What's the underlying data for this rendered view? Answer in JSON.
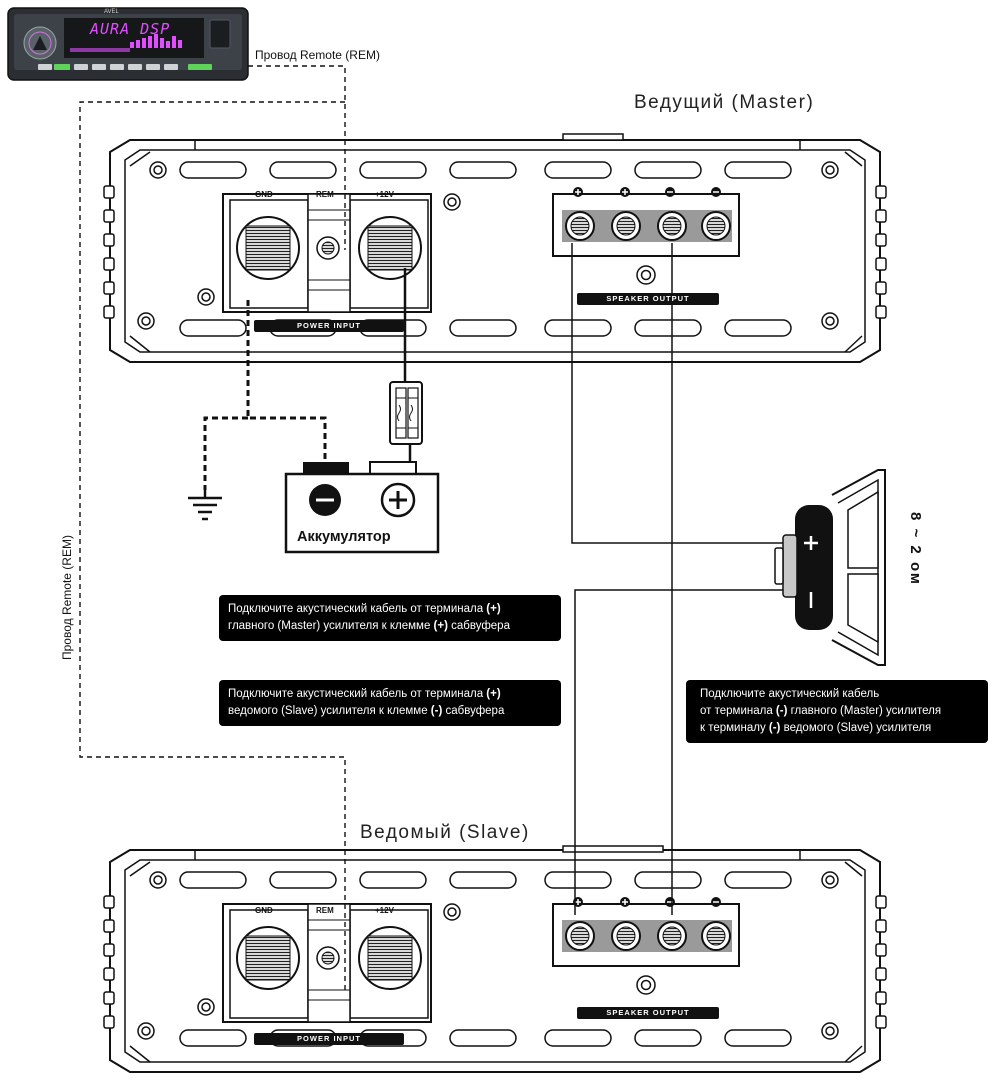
{
  "head_unit": {
    "brand": "AVEL",
    "screen_text": "AURA DSP"
  },
  "labels": {
    "remote_wire_top": "Провод Remote (REM)",
    "remote_wire_side": "Провод Remote (REM)",
    "master_title": "Ведущий (Master)",
    "slave_title": "Ведомый (Slave)",
    "battery": "Аккумулятор",
    "impedance": "8 ~ 2 ом"
  },
  "amplifier": {
    "terminals": {
      "gnd": "GND",
      "rem": "REM",
      "v12": "+12V"
    },
    "power_input": "POWER INPUT",
    "speaker_output": "SPEAKER OUTPUT"
  },
  "notes": {
    "note1": {
      "line1_pre": "Подключите акустический кабель от терминала ",
      "line1_sign": "(+)",
      "line2_pre": "главного (Master) усилителя к клемме ",
      "line2_sign": "(+)",
      "line2_post": " сабвуфера"
    },
    "note2": {
      "line1_pre": "Подключите акустический кабель от терминала ",
      "line1_sign": "(+)",
      "line2_pre": "ведомого (Slave) усилителя к клемме ",
      "line2_sign": "(-)",
      "line2_post": " сабвуфера"
    },
    "note3": {
      "line1": "Подключите акустический кабель",
      "line2_pre": "от терминала ",
      "line2_sign": "(-)",
      "line2_post": " главного (Master) усилителя",
      "line3_pre": "к терминалу ",
      "line3_sign": "(-)",
      "line3_post": " ведомого (Slave) усилителя"
    }
  },
  "colors": {
    "ink": "#111111",
    "screen": "#e04fff",
    "head_unit_body": "#2b2f33",
    "button_green": "#5fd35a"
  }
}
